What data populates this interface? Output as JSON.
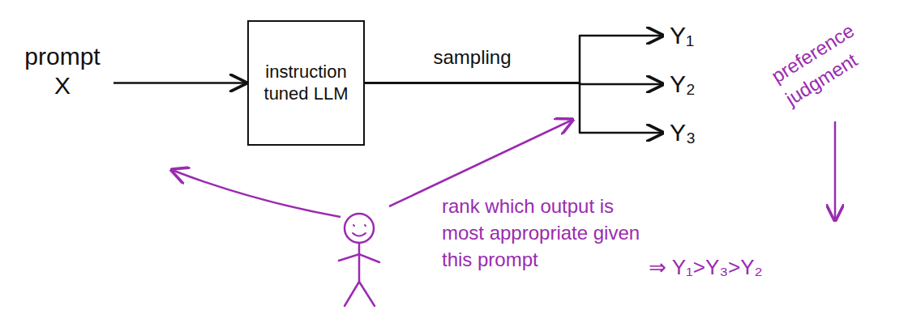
{
  "diagram": {
    "nodes": [
      {
        "text": [
          "prompt",
          "X"
        ]
      },
      {
        "text": [
          "instruction tuned LLM"
        ]
      },
      {
        "text": [
          "Y₁"
        ]
      },
      {
        "text": [
          "Y₂"
        ]
      },
      {
        "text": [
          "Y₃"
        ]
      }
    ],
    "edges": [
      {
        "from": 0,
        "to": 1,
        "arrow": "to"
      },
      {
        "from": 1,
        "to": 2,
        "arrow": "to",
        "label": "sampling"
      },
      {
        "from": 1,
        "to": 3,
        "arrow": "to"
      },
      {
        "from": 1,
        "to": 4,
        "arrow": "to"
      }
    ],
    "labels": [
      "rank which output is most appropriate given this prompt",
      "⇒ Y₁>Y₃>Y₂",
      "preference judgment"
    ]
  }
}
